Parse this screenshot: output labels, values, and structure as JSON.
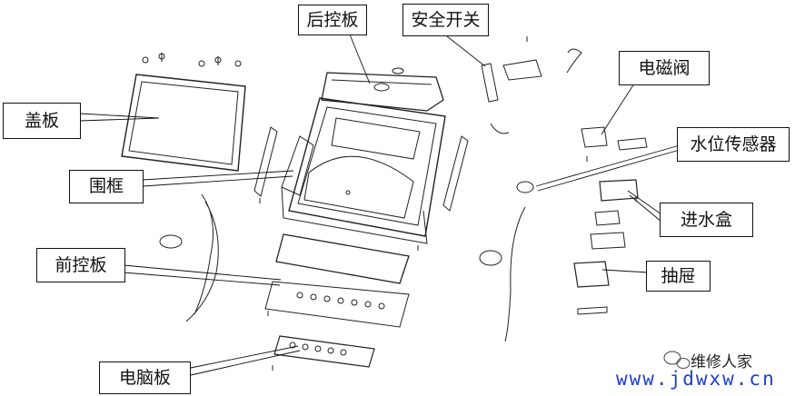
{
  "labels": {
    "rear_panel": "后控板",
    "safety_switch": "安全开关",
    "solenoid_valve": "电磁阀",
    "lid": "盖板",
    "water_level_sensor": "水位传感器",
    "frame": "围框",
    "inlet_box": "进水盒",
    "front_panel": "前控板",
    "drawer": "抽屉",
    "control_board": "电脑板"
  },
  "watermark": {
    "name": "维修人家",
    "url": "www.jdwxw.cn"
  },
  "colors": {
    "line": "#222222",
    "url": "#1f3fcf"
  }
}
